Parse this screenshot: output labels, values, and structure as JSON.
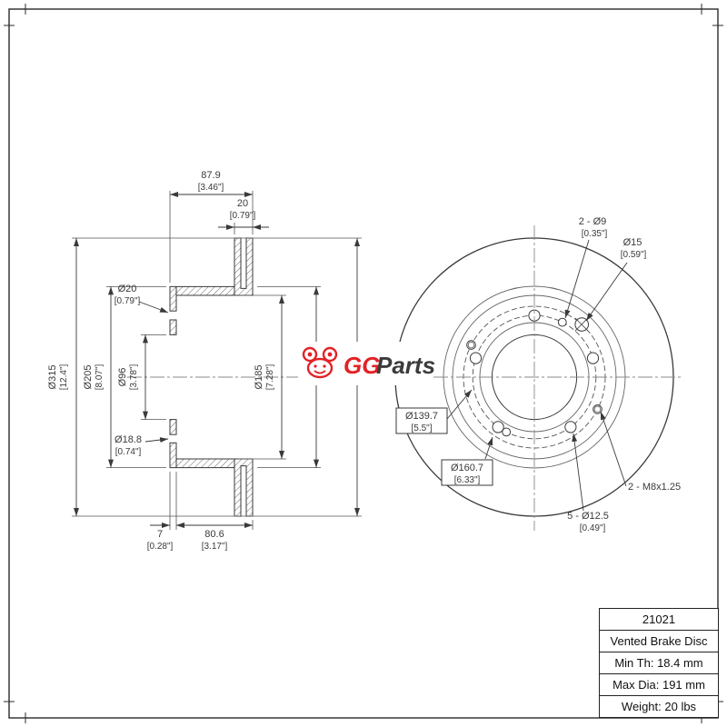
{
  "drawing": {
    "section": {
      "dim_width_total_mm": "87.9",
      "dim_width_total_in": "[3.46\"]",
      "dim_thickness_mm": "20",
      "dim_thickness_in": "[0.79\"]",
      "dim_od_mm": "Ø315",
      "dim_od_in": "[12.4\"]",
      "dim_hat_od_mm": "Ø205",
      "dim_hat_od_in": "[8.07\"]",
      "dim_bore_mm": "Ø96",
      "dim_bore_in": "[3.78\"]",
      "dim_hole20_mm": "Ø20",
      "dim_hole20_in": "[0.79\"]",
      "dim_hole188_mm": "Ø18.8",
      "dim_hole188_in": "[0.74\"]",
      "dim_inner_mm": "Ø185",
      "dim_inner_in": "[7.28\"]",
      "dim_hat_wall_mm": "7",
      "dim_hat_wall_in": "[0.28\"]",
      "dim_depth_mm": "80.6",
      "dim_depth_in": "[3.17\"]"
    },
    "front": {
      "ann_holes9_l1": "2 - Ø9",
      "ann_holes9_l2": "[0.35\"]",
      "ann_hole15_l1": "Ø15",
      "ann_hole15_l2": "[0.59\"]",
      "ann_bc1_l1": "Ø139.7",
      "ann_bc1_l2": "[5.5\"]",
      "ann_bc2_l1": "Ø160.7",
      "ann_bc2_l2": "[6.33\"]",
      "ann_m8": "2 - M8x1.25",
      "ann_studs_l1": "5 - Ø12.5",
      "ann_studs_l2": "[0.49\"]"
    }
  },
  "logo": {
    "gg": "GG",
    "parts": "Parts",
    "accent": "#e32226"
  },
  "spec_table": {
    "rows": [
      "21021",
      "Vented Brake Disc",
      "Min Th: 18.4 mm",
      "Max Dia: 191 mm",
      "Weight: 20 lbs"
    ]
  }
}
